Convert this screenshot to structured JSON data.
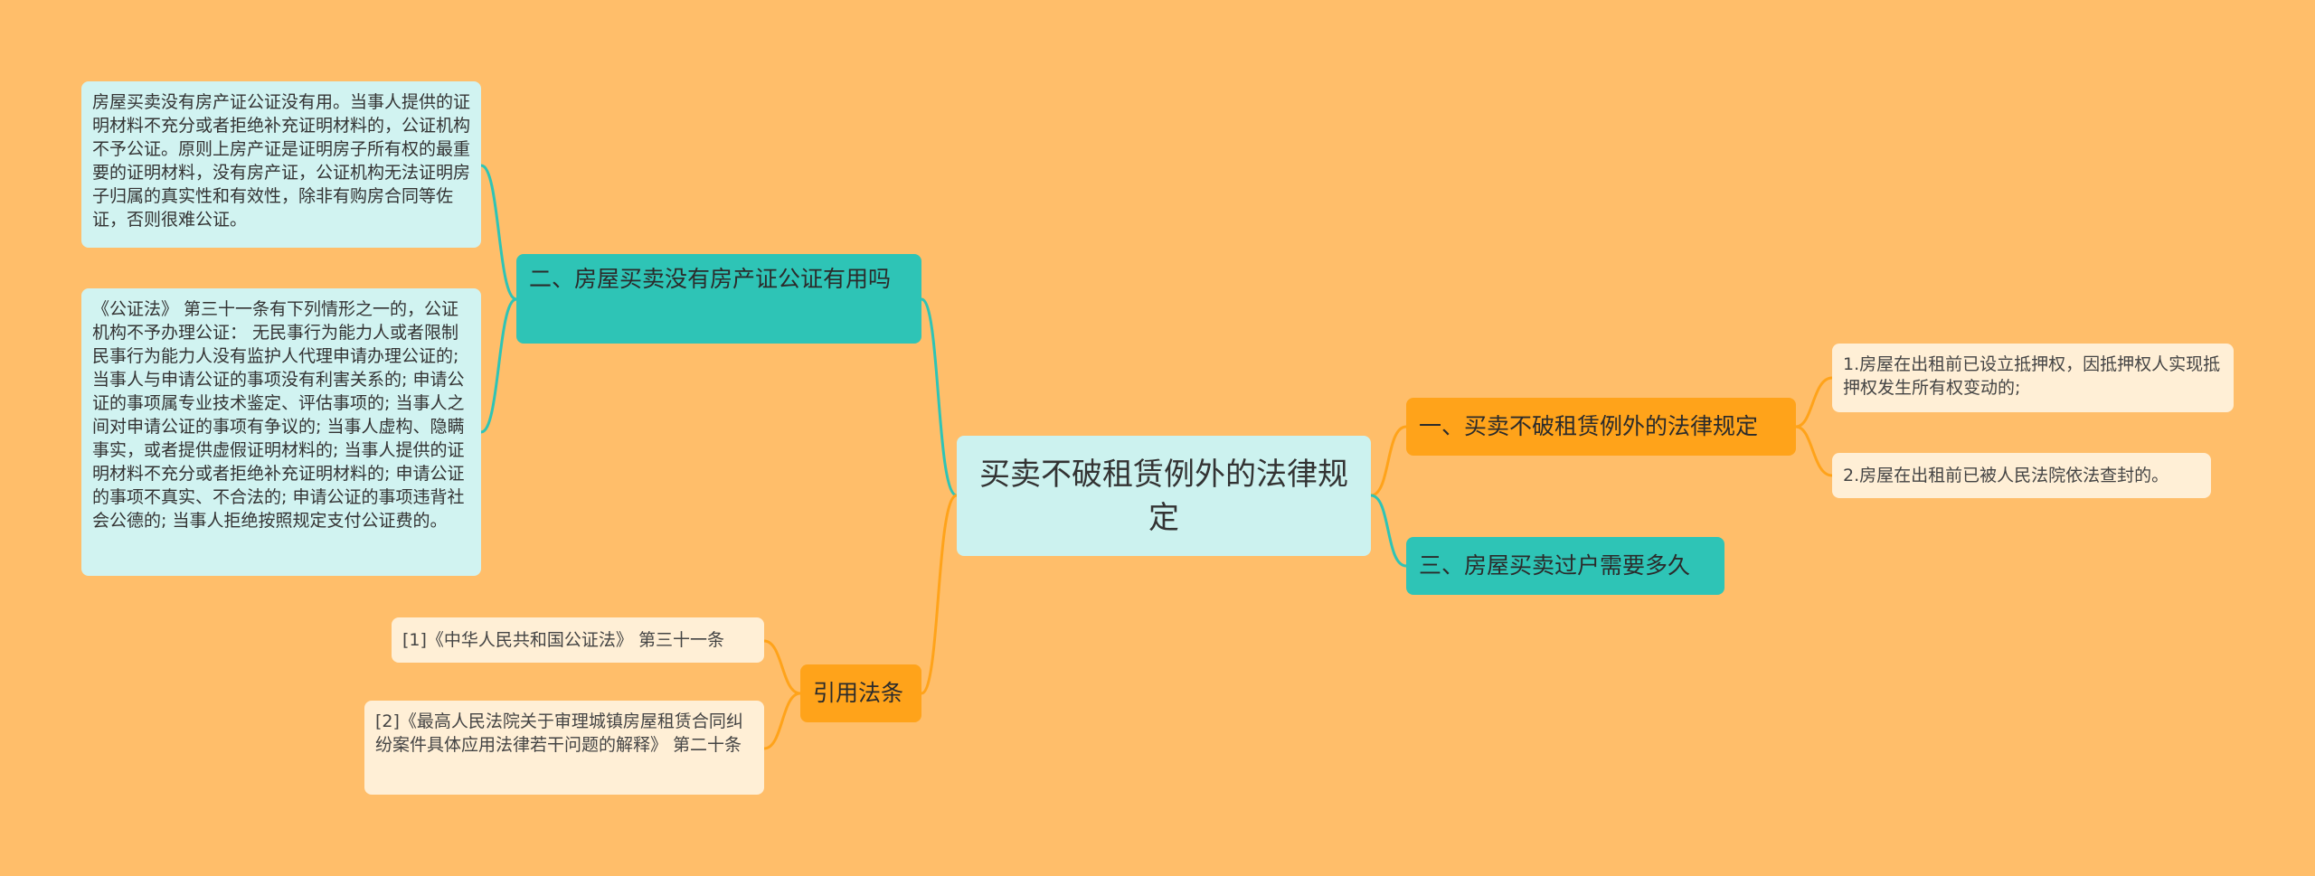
{
  "colors": {
    "background": "#FFBE6A",
    "central_fill": "#CCF2EF",
    "teal_branch": "#2EC4B6",
    "orange_branch": "#FFA31A",
    "teal_note": "#D1F3F1",
    "cream_note": "#FFEFD6",
    "teal_line": "#2EC4B6",
    "orange_line": "#FFA31A"
  },
  "central": {
    "title": "买卖不破租赁例外的法律规定"
  },
  "branches": {
    "property_cert": {
      "label": "二、房屋买卖没有房产证公证有用吗",
      "notes": [
        "房屋买卖没有房产证公证没有用。当事人提供的证明材料不充分或者拒绝补充证明材料的，公证机构不予公证。原则上房产证是证明房子所有权的最重要的证明材料，没有房产证，公证机构无法证明房子归属的真实性和有效性，除非有购房合同等佐证，否则很难公证。",
        "《公证法》 第三十一条有下列情形之一的，公证机构不予办理公证： 无民事行为能力人或者限制民事行为能力人没有监护人代理申请办理公证的; 当事人与申请公证的事项没有利害关系的; 申请公证的事项属专业技术鉴定、评估事项的; 当事人之间对申请公证的事项有争议的; 当事人虚构、隐瞒事实，或者提供虚假证明材料的; 当事人提供的证明材料不充分或者拒绝补充证明材料的; 申请公证的事项不真实、不合法的; 申请公证的事项违背社会公德的; 当事人拒绝按照规定支付公证费的。"
      ]
    },
    "cited_laws": {
      "label": "引用法条",
      "notes": [
        "[1]《中华人民共和国公证法》 第三十一条",
        "[2]《最高人民法院关于审理城镇房屋租赁合同纠纷案件具体应用法律若干问题的解释》 第二十条"
      ]
    },
    "legal_rules": {
      "label": "一、买卖不破租赁例外的法律规定",
      "notes": [
        "1.房屋在出租前已设立抵押权，因抵押权人实现抵押权发生所有权变动的;",
        "2.房屋在出租前已被人民法院依法查封的。"
      ]
    },
    "transfer_time": {
      "label": "三、房屋买卖过户需要多久"
    }
  }
}
